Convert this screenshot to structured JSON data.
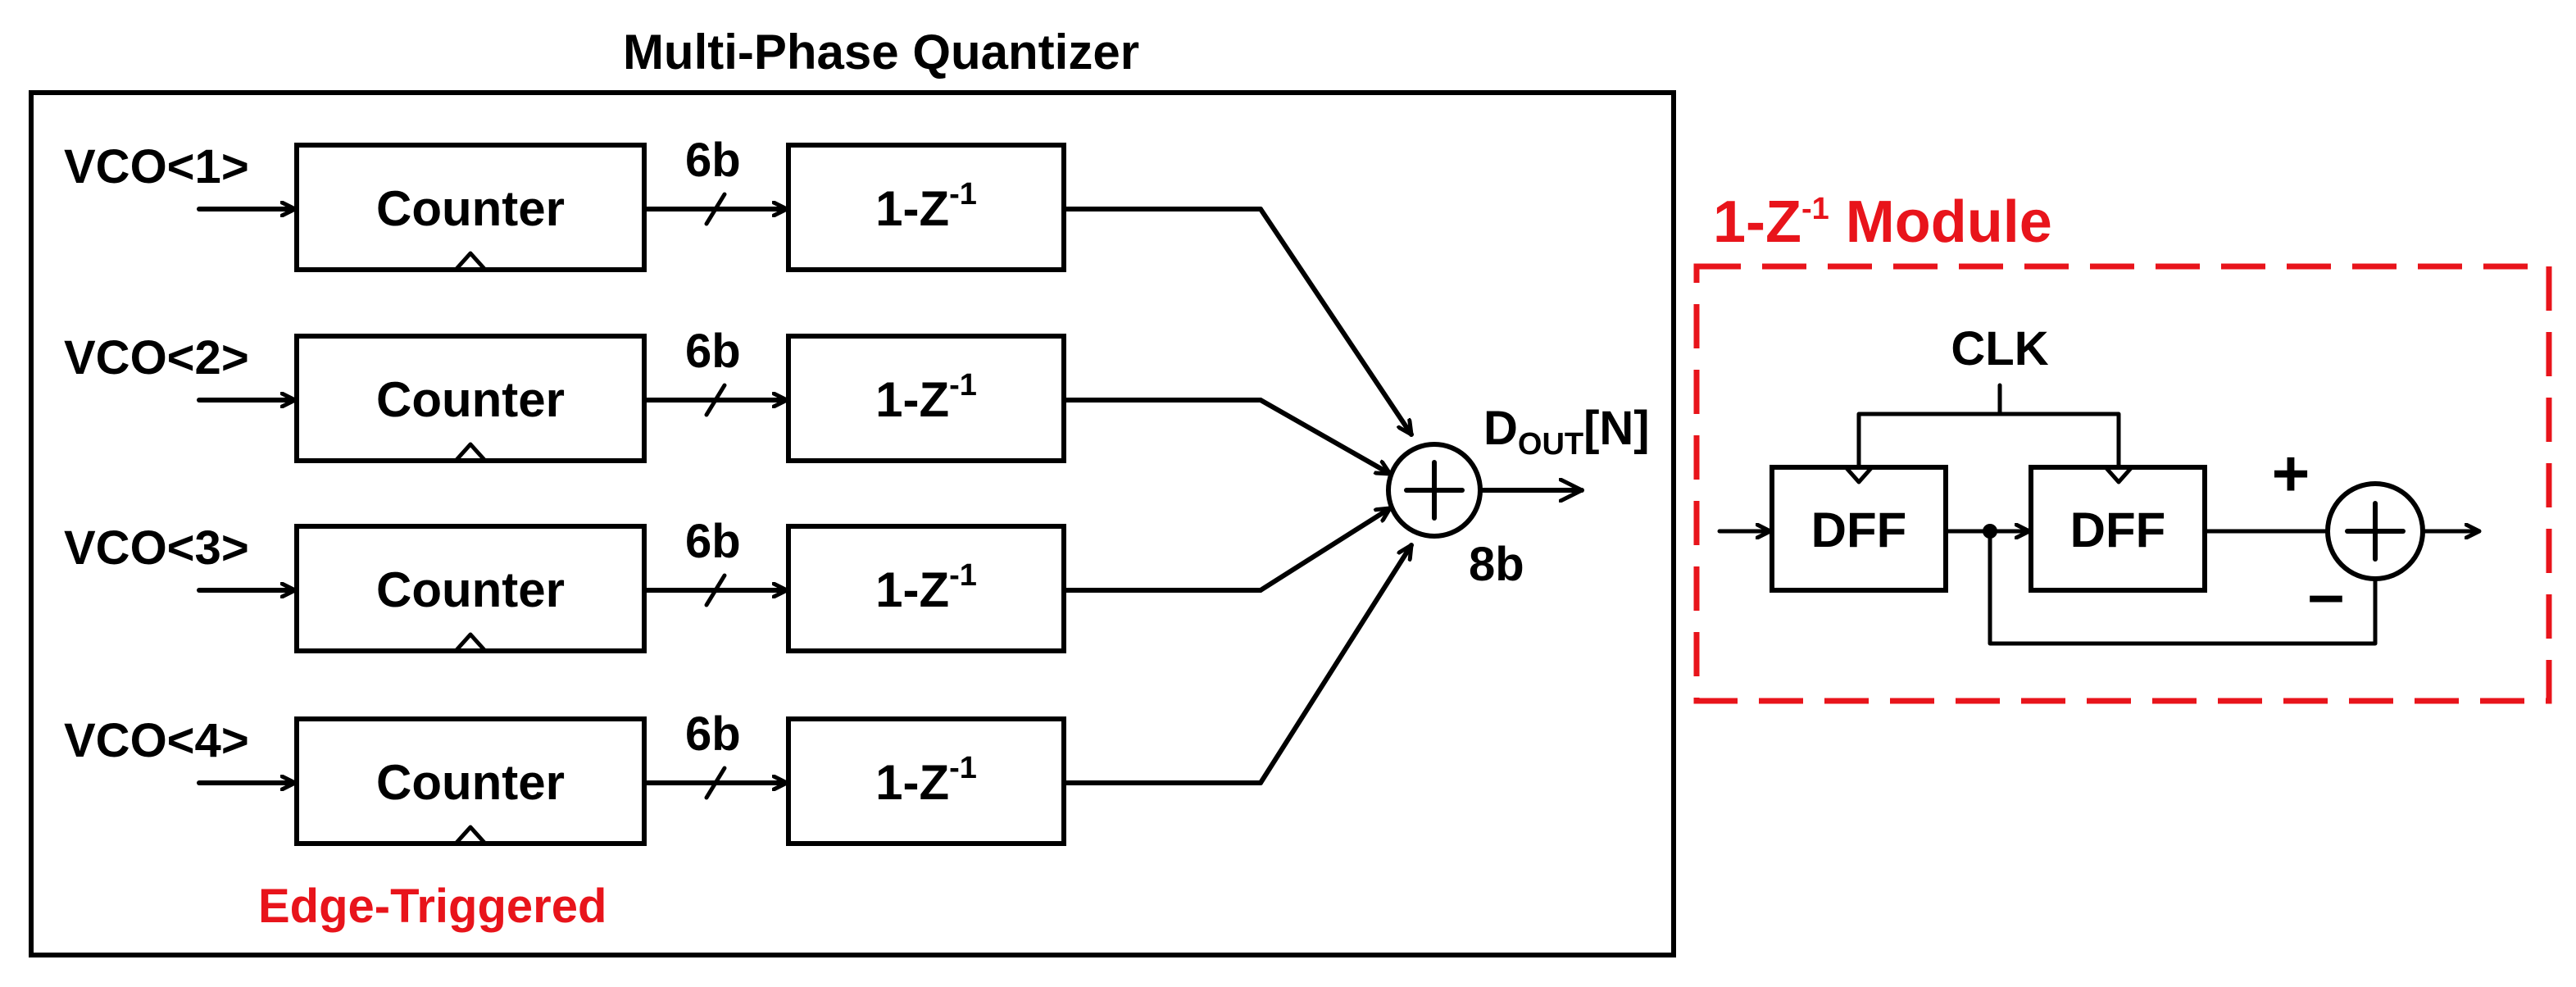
{
  "quantizer": {
    "title": "Multi-Phase Quantizer",
    "inputs": [
      "VCO<1>",
      "VCO<2>",
      "VCO<3>",
      "VCO<4>"
    ],
    "counter_label": "Counter",
    "bus_width": "6b",
    "diff_label": "1-Z",
    "diff_sup": "-1",
    "edge_label": "Edge-Triggered",
    "output_main": "D",
    "output_sub": "OUT",
    "output_rest": "[N]",
    "output_width": "8b"
  },
  "module": {
    "title": "1-Z",
    "title_sup": "-1",
    "title_rest": " Module",
    "clk_label": "CLK",
    "dff_label": "DFF",
    "plus_sign": "+",
    "minus_sign": "–"
  },
  "colors": {
    "accent_red": "#e8141b",
    "line": "#000000"
  }
}
